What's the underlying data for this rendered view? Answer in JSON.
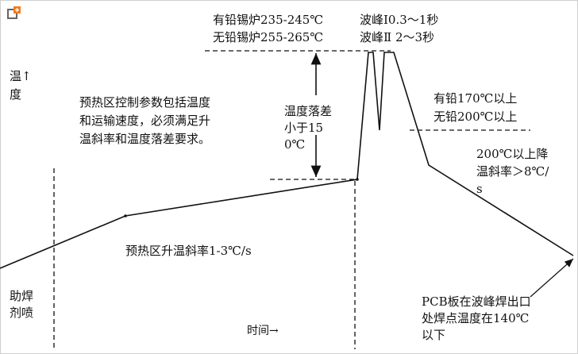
{
  "diagram": {
    "axis_temp_label": "温度↑",
    "axis_time_label": "时间→",
    "flux_label": "助焊剂喷",
    "preheat_slope_label": "预热区升温斜率1-3℃/s",
    "preheat_note": "预热区控制参数包括温度和运输速度，必须满足升温斜率和温度落差要求。",
    "furnace_temp_leaded": "有铅锡炉235-245℃",
    "furnace_temp_leadfree": "无铅锡炉255-265℃",
    "wave1_time": "波峰Ⅰ0.3～1秒",
    "wave2_time": "波峰Ⅱ 2～3秒",
    "temp_drop": "温度落差小于150℃",
    "above_temp_leaded": "有铅170℃以上",
    "above_temp_leadfree": "无铅200℃以上",
    "cooling_slope": "200℃以上降温斜率＞8℃/s",
    "exit_temp": "PCB板在波峰焊出口处焊点温度在140℃以下"
  },
  "colors": {
    "line": "#111111",
    "frame": "#cfcfcf",
    "badge": "#f07c1c"
  },
  "icons": {
    "corner": "add-frame-icon"
  }
}
